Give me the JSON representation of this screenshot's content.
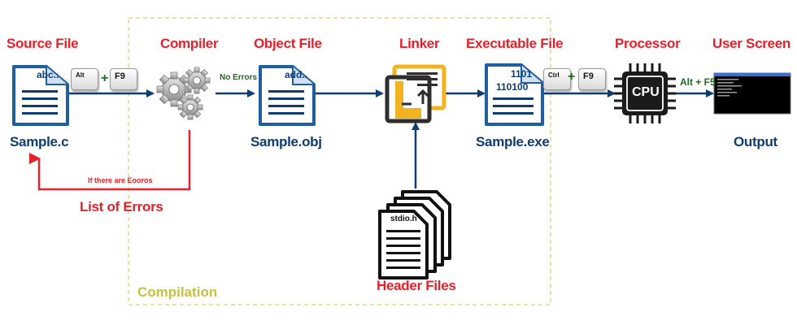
{
  "stages": {
    "source": {
      "title": "Source File",
      "doc_text": "abc..",
      "filename": "Sample.c"
    },
    "compiler": {
      "title": "Compiler"
    },
    "object": {
      "title": "Object File",
      "doc_text": "add..",
      "filename": "Sample.obj"
    },
    "linker": {
      "title": "Linker"
    },
    "executable": {
      "title": "Executable File",
      "doc_line1": "1101",
      "doc_line2": "110100",
      "filename": "Sample.exe"
    },
    "processor": {
      "title": "Processor",
      "chip_label": "CPU"
    },
    "screen": {
      "title": "User Screen",
      "caption": "Output"
    }
  },
  "keys": {
    "compile": {
      "key1": "Alt",
      "plus": "+",
      "key2": "F9"
    },
    "run": {
      "key1": "Ctrl",
      "plus": "+",
      "key2": "F9"
    }
  },
  "edges": {
    "compiler_to_object": "No Errors",
    "errors_note": "If there are Eooros",
    "errors_label": "List of Errors",
    "processor_to_screen": "Alt + F5"
  },
  "header": {
    "doc_text": "stdio.h",
    "title": "Header Files"
  },
  "region": {
    "label": "Compilation"
  },
  "colors": {
    "title_red": "#e8202a",
    "navy": "#0d3d73",
    "green": "#1f6b1f",
    "olive_dashed": "#d9d27a",
    "linker_yellow": "#f2b31f"
  }
}
